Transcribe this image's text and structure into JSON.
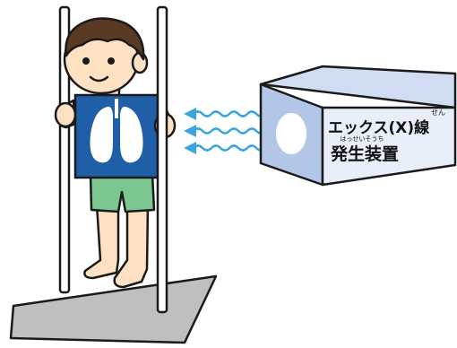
{
  "device": {
    "line1": "エックス(X)線",
    "ruby1": "せん",
    "line2": "発生装置",
    "ruby2": "はっせいそうち"
  },
  "colors": {
    "outline": "#1a1a1a",
    "floor": "#bfbfbf",
    "plate": "#1f5fa8",
    "lung": "#ffffff",
    "shorts": "#7cc690",
    "skin": "#fde1c2",
    "hair": "#5a3a22",
    "box_front": "#e8effa",
    "box_top": "#cfdcf2",
    "box_side": "#b3c6e8",
    "xray": "#3aa7dc"
  }
}
